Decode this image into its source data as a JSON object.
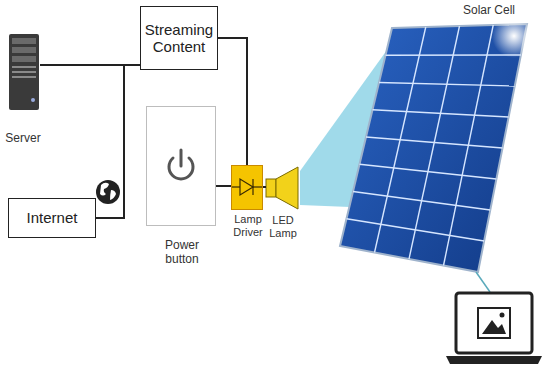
{
  "diagram": {
    "nodes": [
      {
        "text": [
          "Streaming Content"
        ]
      },
      {
        "text": [
          "Server"
        ]
      },
      {
        "text": [
          "Internet"
        ]
      },
      {
        "text": [
          "Power button"
        ]
      },
      {
        "text": [
          "Lamp Driver"
        ]
      },
      {
        "text": [
          "LED Lamp"
        ]
      },
      {
        "text": [
          "Solar Cell"
        ]
      }
    ],
    "edges": [
      {
        "from": 1,
        "to": 0,
        "arrow": "none"
      },
      {
        "from": 2,
        "to": 0,
        "arrow": "none"
      },
      {
        "from": 0,
        "to": 4,
        "arrow": "none"
      },
      {
        "from": 3,
        "to": 4,
        "arrow": "none"
      },
      {
        "from": 4,
        "to": 5,
        "arrow": "none"
      }
    ]
  }
}
